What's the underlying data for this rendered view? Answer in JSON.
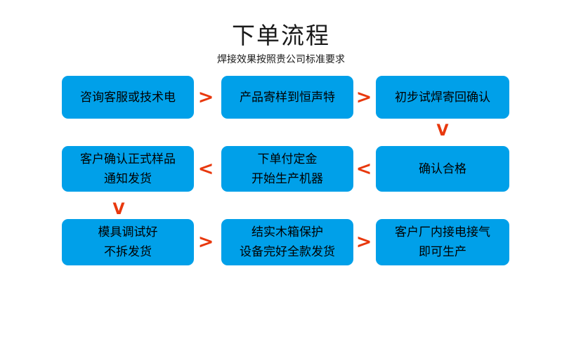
{
  "header": {
    "title": "下单流程",
    "subtitle": "焊接效果按照贵公司标准要求"
  },
  "colors": {
    "box_fill": "#00a0e9",
    "arrow": "#e8380d",
    "text": "#000000",
    "background": "#ffffff"
  },
  "flow": {
    "rows": [
      {
        "row_id": "row-1",
        "direction": "left-to-right",
        "boxes": [
          {
            "id": "step-1",
            "lines": [
              "咨询客服或技术电"
            ]
          },
          {
            "id": "step-2",
            "lines": [
              "产品寄样到恒声特"
            ]
          },
          {
            "id": "step-3",
            "lines": [
              "初步试焊寄回确认"
            ]
          }
        ]
      },
      {
        "row_id": "row-2",
        "direction": "right-to-left",
        "boxes": [
          {
            "id": "step-6",
            "lines": [
              "客户确认正式样品",
              "通知发货"
            ]
          },
          {
            "id": "step-5",
            "lines": [
              "下单付定金",
              "开始生产机器"
            ]
          },
          {
            "id": "step-4",
            "lines": [
              "确认合格"
            ]
          }
        ]
      },
      {
        "row_id": "row-3",
        "direction": "left-to-right",
        "boxes": [
          {
            "id": "step-7",
            "lines": [
              "模具调试好",
              "不拆发货"
            ]
          },
          {
            "id": "step-8",
            "lines": [
              "结实木箱保护",
              "设备完好全款发货"
            ]
          },
          {
            "id": "step-9",
            "lines": [
              "客户厂内接电接气",
              "即可生产"
            ]
          }
        ]
      }
    ]
  },
  "arrows": {
    "right": ">",
    "left": "<",
    "down": "V"
  }
}
